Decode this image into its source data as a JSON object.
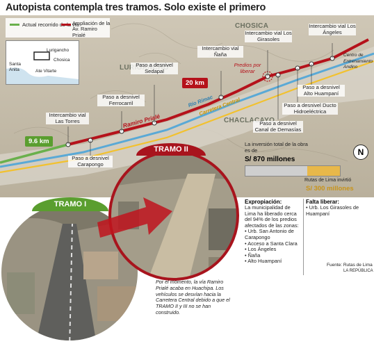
{
  "headline": "Autopista contempla tres tramos. Solo existe el primero",
  "legend": {
    "actual": "Actual recorrido de la vía",
    "ampliacion": "Ampliación de la Av. Ramiro Prialé",
    "actual_color": "#6ab04c",
    "ampliacion_color": "#b5121b"
  },
  "inset": {
    "labels": [
      "Lurigancho",
      "Chosica",
      "Santa Anita",
      "Ate Vitarte"
    ]
  },
  "places": [
    "CHOSICA",
    "LURIGANCHO",
    "CHACLACAYO"
  ],
  "map_labels": {
    "rio": "Río Rímac",
    "carretera": "Carretera Central",
    "avenida": "Ramiro Prialé",
    "predios": "Predios por liberar",
    "centro": "Centro de Entrenamiento Andino"
  },
  "distances": {
    "tramo1_km": "9.6 km",
    "tramo2_km": "20 km"
  },
  "points": [
    {
      "id": "las-torres",
      "label": "Intercambio vial Las Torres"
    },
    {
      "id": "carapongo",
      "label": "Paso a desnivel Carapongo"
    },
    {
      "id": "ferrocarril",
      "label": "Paso a desnivel Ferrocarril"
    },
    {
      "id": "sedapal",
      "label": "Paso a desnivel Sedapal"
    },
    {
      "id": "nana",
      "label": "Intercambio vial Ñaña"
    },
    {
      "id": "girasoles",
      "label": "Intercambio vial Los Girasoles"
    },
    {
      "id": "canal",
      "label": "Paso a desnivel Canal de Demasías"
    },
    {
      "id": "ducto",
      "label": "Paso a desnivel Ducto Hidroeléctrica"
    },
    {
      "id": "huampani",
      "label": "Paso a desnivel Alto Huampaní"
    },
    {
      "id": "angeles",
      "label": "Intercambio vial Los Ángeles"
    }
  ],
  "investment": {
    "total_label": "La inversión total de la obra es de",
    "total_value": "S/ 870 millones",
    "rutas_label": "Rutas de Lima invirtió",
    "rutas_value": "S/ 300 millones",
    "fraction": 0.345,
    "bar_color": "#e8b84a"
  },
  "compass": "N",
  "expropiacion": {
    "title": "Expropiación:",
    "text": "La municipalidad de Lima ha liberado cerca del 94% de los predios afectados de las zonas:",
    "zones": [
      "Urb. San Antonio de Carapongo",
      "Acceso a Santa Clara",
      "Los Ángeles",
      "Ñaña",
      "Alto Huampaní"
    ]
  },
  "falta": {
    "title": "Falta liberar:",
    "zones": [
      "Urb. Los Girasoles de Huampaní"
    ]
  },
  "source": {
    "line1": "Fuente: Rutas de Lima",
    "line2": "LA REPÚBLICA"
  },
  "tramos": {
    "tramo1": "TRAMO I",
    "tramo2": "TRAMO II",
    "tramo1_color": "#5a9e2f",
    "tramo2_color": "#a8141d"
  },
  "caption": "Por el momento, la vía Ramiro Prialé acaba en Huachipa. Los vehículos se desvían hacia la Carretera Central debido a que el TRAMO II y III no se han construido."
}
